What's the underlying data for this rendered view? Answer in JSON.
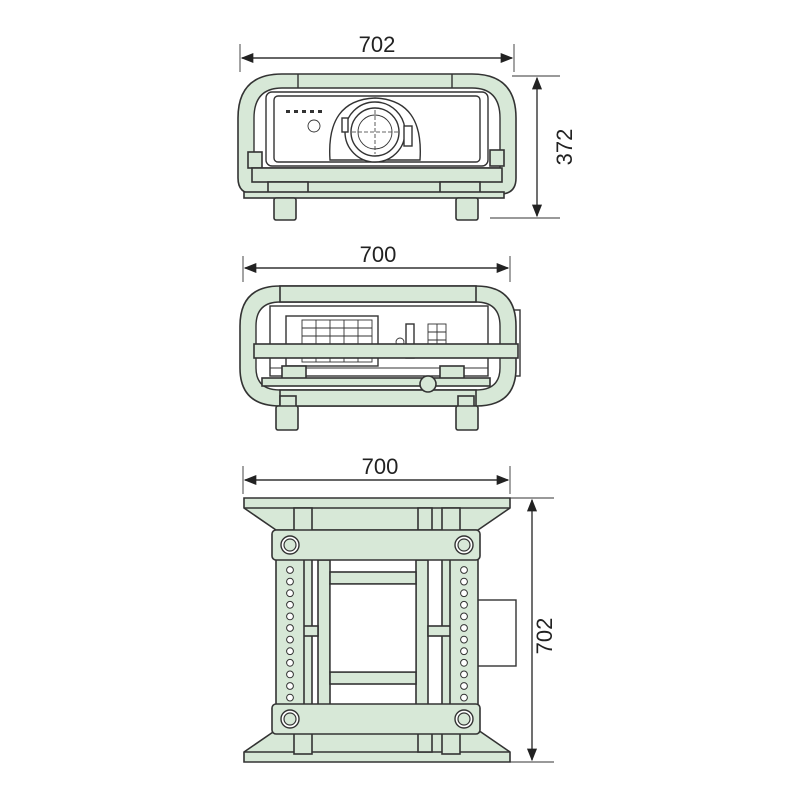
{
  "colors": {
    "frame": "#d7e8d7",
    "line": "#333333",
    "background": "#ffffff"
  },
  "views": {
    "front": {
      "width_label": "702",
      "height_label": "372"
    },
    "side": {
      "width_label": "700"
    },
    "top": {
      "width_label": "700",
      "depth_label": "702"
    }
  }
}
